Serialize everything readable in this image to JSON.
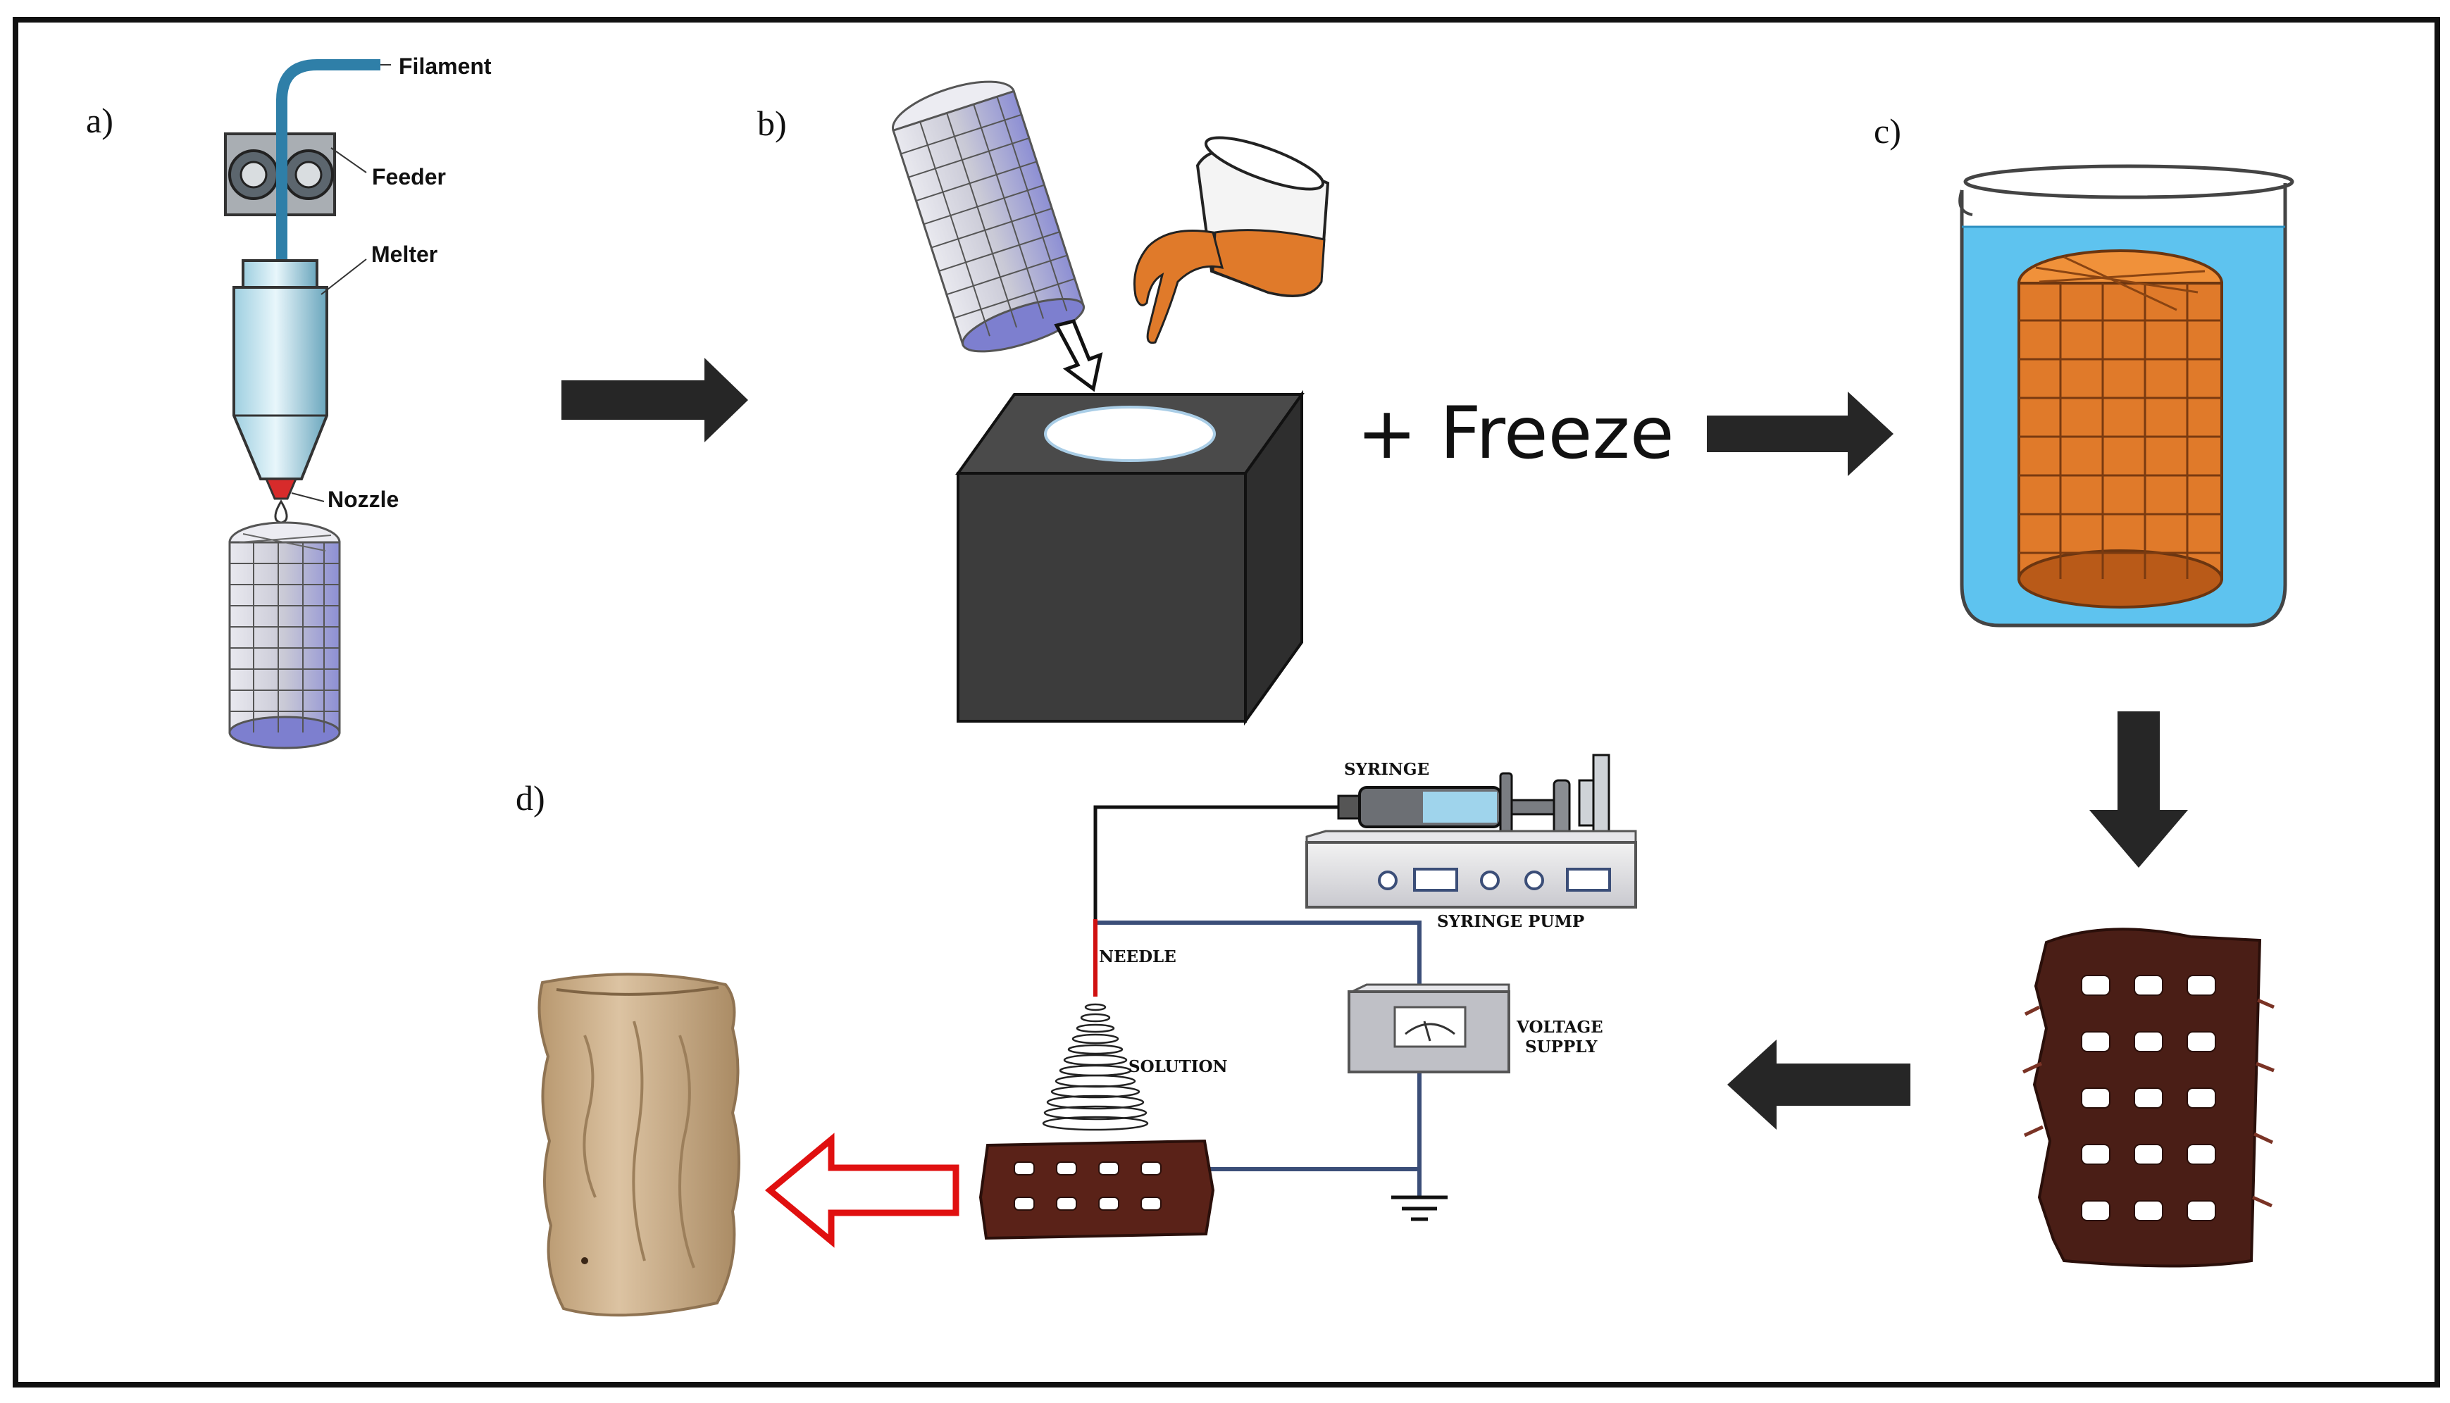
{
  "panels": {
    "a": "a)",
    "b": "b)",
    "c": "c)",
    "d": "d)"
  },
  "printer": {
    "filament": "Filament",
    "feeder": "Feeder",
    "melter": "Melter",
    "nozzle": "Nozzle"
  },
  "casting": {
    "step_text": "+ Freeze"
  },
  "electrospinning": {
    "syringe": "SYRINGE",
    "syringe_pump": "SYRINGE PUMP",
    "needle": "NEEDLE",
    "solution": "SOLUTION",
    "voltage_supply_line1": "VOLTAGE",
    "voltage_supply_line2": "SUPPLY"
  },
  "colors": {
    "frame": "#111111",
    "arrow": "#262626",
    "hollow_arrow": "#e01010",
    "lattice_blue": "#7d7fcf",
    "lattice_light": "#e3e3e8",
    "water": "#5ec3ef",
    "scaffold_orange": "#e07a2a",
    "scaffold_brown": "#4a1e16",
    "coated": "#c9ad8a",
    "mold": "#3a3a3a",
    "wire": "#3b4e78",
    "needle": "#d01010"
  }
}
